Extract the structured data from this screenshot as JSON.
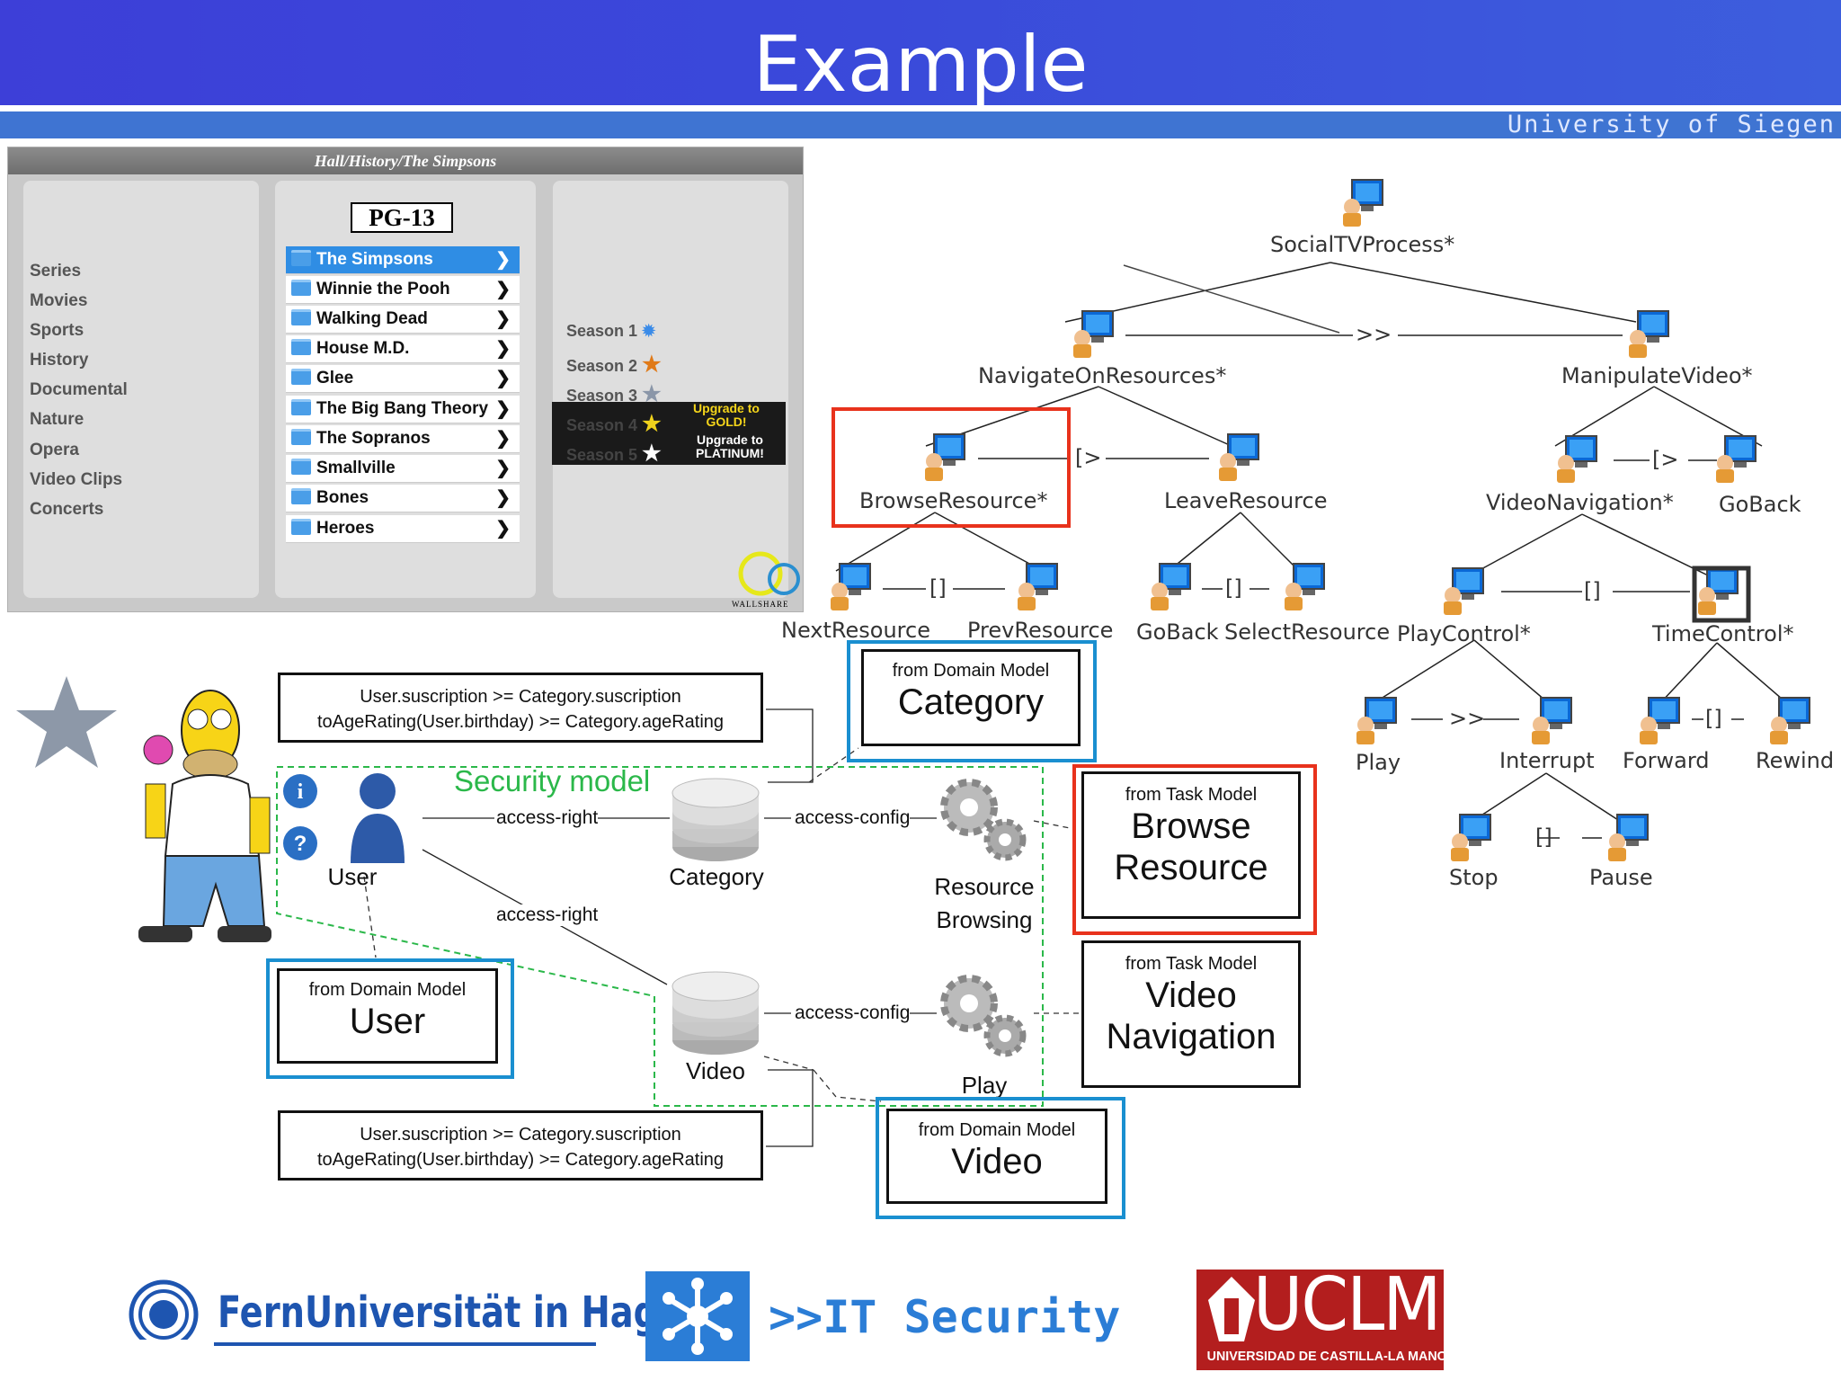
{
  "header": {
    "title": "Example",
    "university": "University of Siegen"
  },
  "app": {
    "path": "Hall/History/The Simpsons",
    "categories": [
      "Series",
      "Movies",
      "Sports",
      "History",
      "Documental",
      "Nature",
      "Opera",
      "Video Clips",
      "Concerts"
    ],
    "rating": "PG-13",
    "shows": [
      "The Simpsons",
      "Winnie the Pooh",
      "Walking Dead",
      "House M.D.",
      "Glee",
      "The Big Bang Theory",
      "The Sopranos",
      "Smallville",
      "Bones",
      "Heroes"
    ],
    "selected_show": "The Simpsons",
    "seasons": [
      "Season 1",
      "Season 2",
      "Season 3",
      "Season 4",
      "Season 5"
    ],
    "upgrade_gold": "Upgrade to GOLD!",
    "upgrade_platinum": "Upgrade to PLATINUM!",
    "brand": "WALLSHARE"
  },
  "tree": {
    "root": "SocialTVProcess*",
    "navigate": "NavigateOnResources*",
    "manipulate": "ManipulateVideo*",
    "browse": "BrowseResource*",
    "leave": "LeaveResource",
    "videonav": "VideoNavigation*",
    "goback1": "GoBack",
    "next": "NextResource",
    "prev": "PrevResource",
    "goback2": "GoBack",
    "select": "SelectResource",
    "playcontrol": "PlayControl*",
    "timecontrol": "TimeControl*",
    "play": "Play",
    "interrupt": "Interrupt",
    "forward": "Forward",
    "rewind": "Rewind",
    "stop": "Stop",
    "pause": "Pause",
    "op_enable": ">>",
    "op_disable": "[>",
    "op_choice": "[]"
  },
  "security": {
    "title": "Security model",
    "user": "User",
    "category": "Category",
    "video": "Video",
    "resource_browsing": "Resource Browsing",
    "play": "Play",
    "access_right": "access-right",
    "access_config": "access-config",
    "constraint_line1": "User.suscription >= Category.suscription",
    "constraint_line2": "toAgeRating(User.birthday) >= Category.ageRating",
    "from_domain": "from Domain Model",
    "from_task": "from Task Model",
    "dm_category": "Category",
    "dm_user": "User",
    "dm_video": "Video",
    "tm_browse": "Browse Resource",
    "tm_videonav": "Video Navigation"
  },
  "logos": {
    "fernuni": "FernUniversität in Hagen",
    "itsec": ">>IT Security",
    "uclm": "UCLM",
    "uclm_sub": "UNIVERSIDAD DE CASTILLA-LA MANCHA"
  },
  "colors": {
    "header": "#3a49da",
    "red_highlight": "#e8321c",
    "blue_highlight": "#1a8fd0",
    "security_green": "#2bb84a"
  }
}
